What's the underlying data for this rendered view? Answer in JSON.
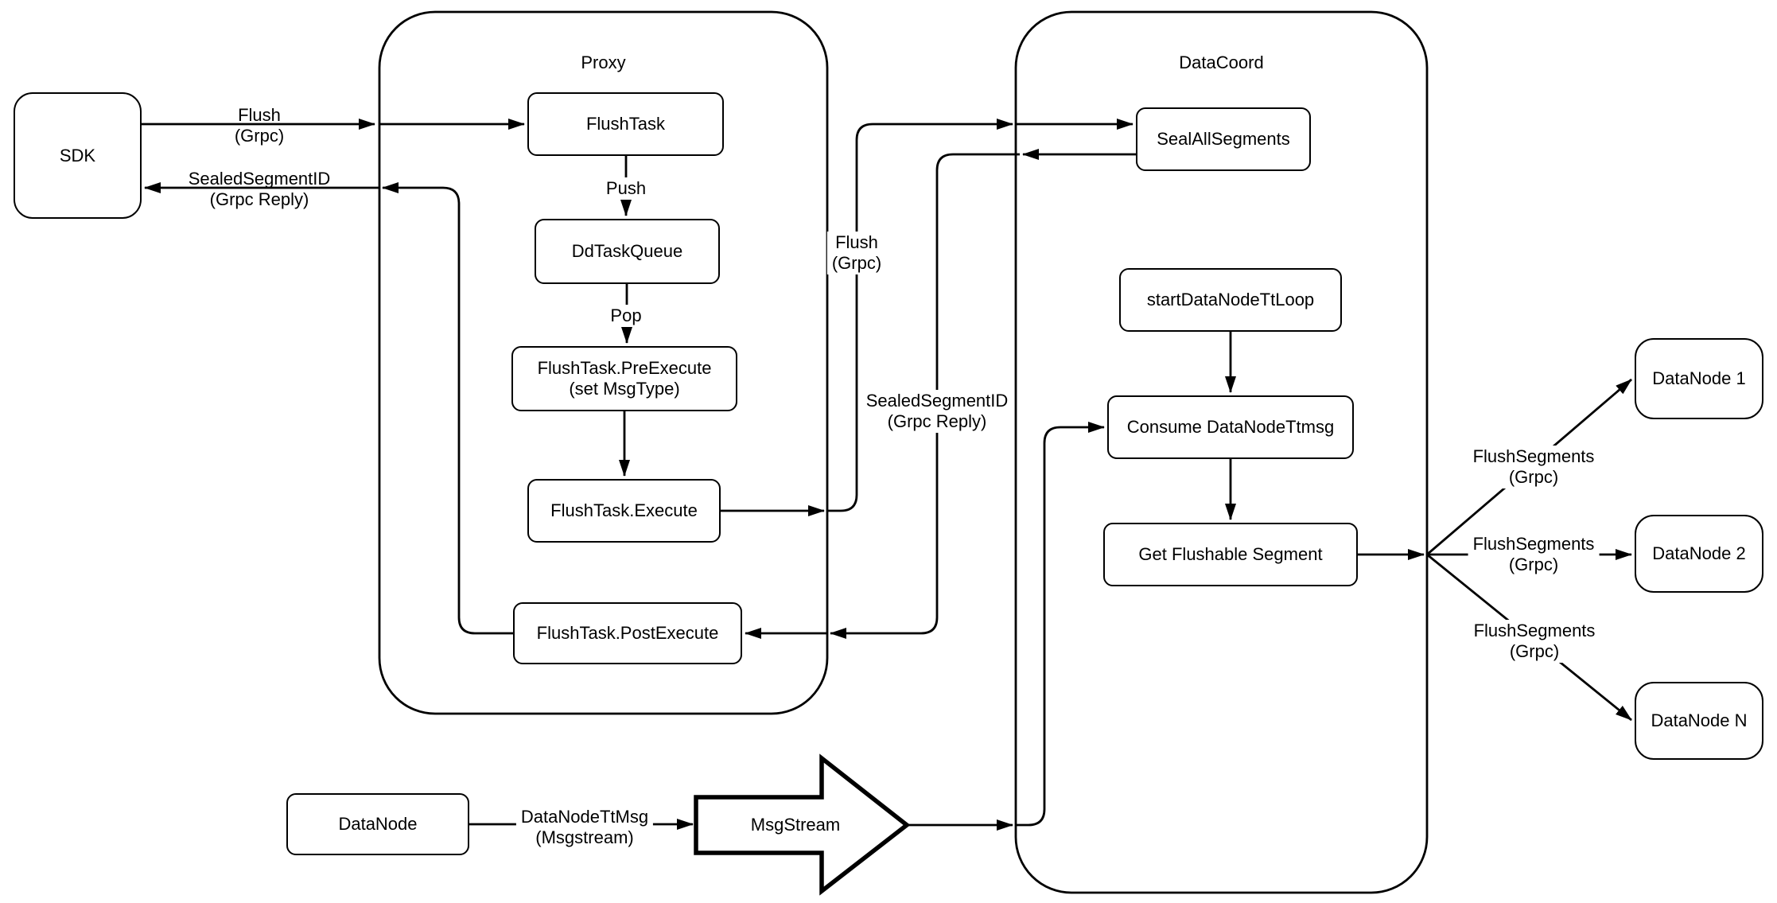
{
  "colors": {
    "stroke": "#000000",
    "node_fill": "#ffffff",
    "background": "#ffffff"
  },
  "containers": {
    "proxy": {
      "label": "Proxy"
    },
    "datacoord": {
      "label": "DataCoord"
    }
  },
  "nodes": {
    "sdk": {
      "label": "SDK"
    },
    "flush_task": {
      "label": "FlushTask"
    },
    "dd_task_queue": {
      "label": "DdTaskQueue"
    },
    "pre_execute": {
      "line1": "FlushTask.PreExecute",
      "line2": "(set MsgType)"
    },
    "execute": {
      "label": "FlushTask.Execute"
    },
    "post_execute": {
      "label": "FlushTask.PostExecute"
    },
    "seal_all_segments": {
      "label": "SealAllSegments"
    },
    "start_datanode_tt_loop": {
      "label": "startDataNodeTtLoop"
    },
    "consume_datanode_ttmsg": {
      "label": "Consume DataNodeTtmsg"
    },
    "get_flushable_segment": {
      "label": "Get Flushable Segment"
    },
    "datanode_1": {
      "label": "DataNode 1"
    },
    "datanode_2": {
      "label": "DataNode 2"
    },
    "datanode_n": {
      "label": "DataNode N"
    },
    "datanode_bottom": {
      "label": "DataNode"
    },
    "msgstream": {
      "label": "MsgStream"
    }
  },
  "edge_labels": {
    "flush_grpc_left": {
      "line1": "Flush",
      "line2": "(Grpc)"
    },
    "sealed_reply_left": {
      "line1": "SealedSegmentID",
      "line2": "(Grpc Reply)"
    },
    "push": {
      "label": "Push"
    },
    "pop": {
      "label": "Pop"
    },
    "flush_grpc_mid": {
      "line1": "Flush",
      "line2": "(Grpc)"
    },
    "sealed_reply_mid": {
      "line1": "SealedSegmentID",
      "line2": "(Grpc Reply)"
    },
    "flush_segments_1": {
      "line1": "FlushSegments",
      "line2": "(Grpc)"
    },
    "flush_segments_2": {
      "line1": "FlushSegments",
      "line2": "(Grpc)"
    },
    "flush_segments_3": {
      "line1": "FlushSegments",
      "line2": "(Grpc)"
    },
    "datanode_tt_msg": {
      "line1": "DataNodeTtMsg",
      "line2": "(Msgstream)"
    }
  }
}
